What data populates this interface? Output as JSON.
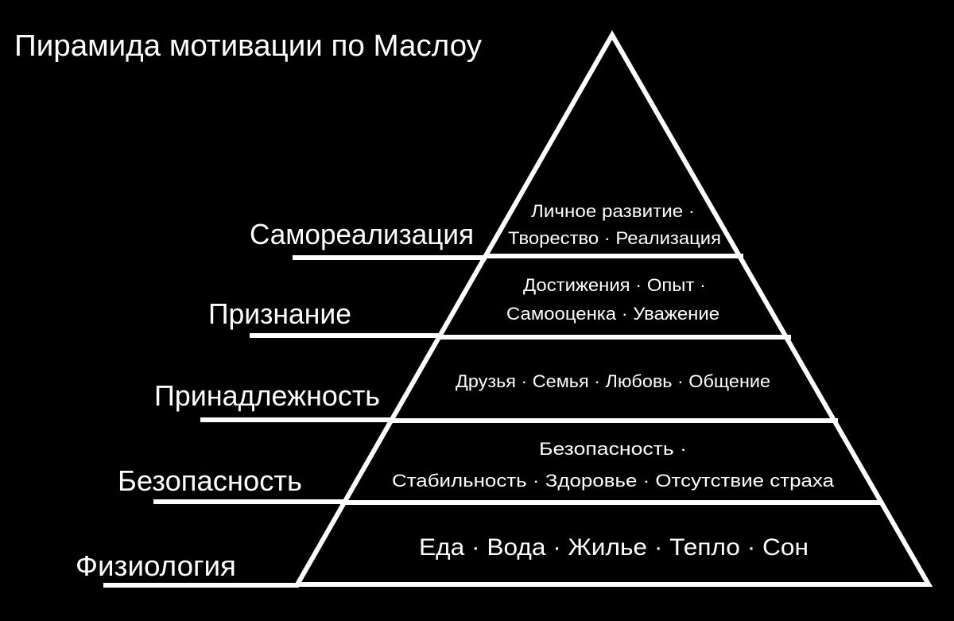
{
  "title": "Пирамида мотивации по Маслоу",
  "colors": {
    "background": "#000000",
    "foreground": "#ffffff"
  },
  "levels": [
    {
      "name": "Самореализация",
      "items": [
        "Личное развитие ·",
        "Творество · Реализация"
      ]
    },
    {
      "name": "Признание",
      "items": [
        "Достижения · Опыт ·",
        "Самооценка · Уважение"
      ]
    },
    {
      "name": "Принадлежность",
      "items": [
        "Друзья · Семья · Любовь · Общение"
      ]
    },
    {
      "name": "Безопасность",
      "items": [
        "Безопасность ·",
        "Стабильность · Здоровье · Отсутствие страха"
      ]
    },
    {
      "name": "Физиология",
      "items": [
        "Еда · Вода · Жилье · Тепло · Сон"
      ]
    }
  ]
}
